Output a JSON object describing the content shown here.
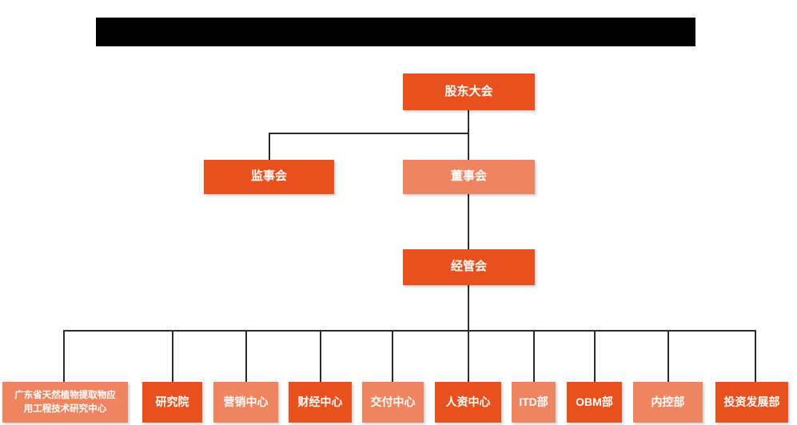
{
  "header": {
    "redaction_label": "redacted-title-bar",
    "text": ""
  },
  "colors": {
    "primary_dark_orange": "#e8511d",
    "secondary_light_orange": "#ee8560",
    "connector_line": "#2b2b2b",
    "background": "#ffffff",
    "redaction": "#000000",
    "node_text": "#ffffff"
  },
  "chart_data": {
    "type": "diagram",
    "diagram_type": "organization-chart",
    "title": "",
    "orientation": "top-down",
    "levels": [
      {
        "level": 1,
        "nodes": [
          {
            "id": "shareholders",
            "label": "股东大会",
            "style": "dark"
          }
        ]
      },
      {
        "level": 2,
        "nodes": [
          {
            "id": "supervisory",
            "label": "监事会",
            "style": "dark"
          },
          {
            "id": "board",
            "label": "董事会",
            "style": "light"
          }
        ]
      },
      {
        "level": 3,
        "nodes": [
          {
            "id": "management",
            "label": "经管会",
            "style": "dark"
          }
        ]
      },
      {
        "level": 4,
        "nodes": [
          {
            "id": "research-center",
            "label": "广东省天然植物提取物应用工程技术研究中心",
            "style": "light"
          },
          {
            "id": "institute",
            "label": "研究院",
            "style": "dark"
          },
          {
            "id": "marketing",
            "label": "营销中心",
            "style": "light"
          },
          {
            "id": "finance",
            "label": "财经中心",
            "style": "dark"
          },
          {
            "id": "delivery",
            "label": "交付中心",
            "style": "light"
          },
          {
            "id": "hr",
            "label": "人资中心",
            "style": "dark"
          },
          {
            "id": "itd",
            "label": "ITD部",
            "style": "light"
          },
          {
            "id": "obm",
            "label": "OBM部",
            "style": "dark"
          },
          {
            "id": "internal-control",
            "label": "内控部",
            "style": "light"
          },
          {
            "id": "investment",
            "label": "投资发展部",
            "style": "dark"
          }
        ]
      }
    ],
    "edges": [
      {
        "from": "shareholders",
        "to": "supervisory"
      },
      {
        "from": "shareholders",
        "to": "board"
      },
      {
        "from": "board",
        "to": "management"
      },
      {
        "from": "management",
        "to": "research-center"
      },
      {
        "from": "management",
        "to": "institute"
      },
      {
        "from": "management",
        "to": "marketing"
      },
      {
        "from": "management",
        "to": "finance"
      },
      {
        "from": "management",
        "to": "delivery"
      },
      {
        "from": "management",
        "to": "hr"
      },
      {
        "from": "management",
        "to": "itd"
      },
      {
        "from": "management",
        "to": "obm"
      },
      {
        "from": "management",
        "to": "internal-control"
      },
      {
        "from": "management",
        "to": "investment"
      }
    ]
  },
  "nodes": {
    "shareholders": "股东大会",
    "supervisory": "监事会",
    "board": "董事会",
    "management": "经管会",
    "research_center_line1": "广东省天然植物提取物应",
    "research_center_line2": "用工程技术研究中心",
    "institute": "研究院",
    "marketing": "营销中心",
    "finance": "财经中心",
    "delivery": "交付中心",
    "hr": "人资中心",
    "itd": "ITD部",
    "obm": "OBM部",
    "internal_control": "内控部",
    "investment": "投资发展部"
  }
}
